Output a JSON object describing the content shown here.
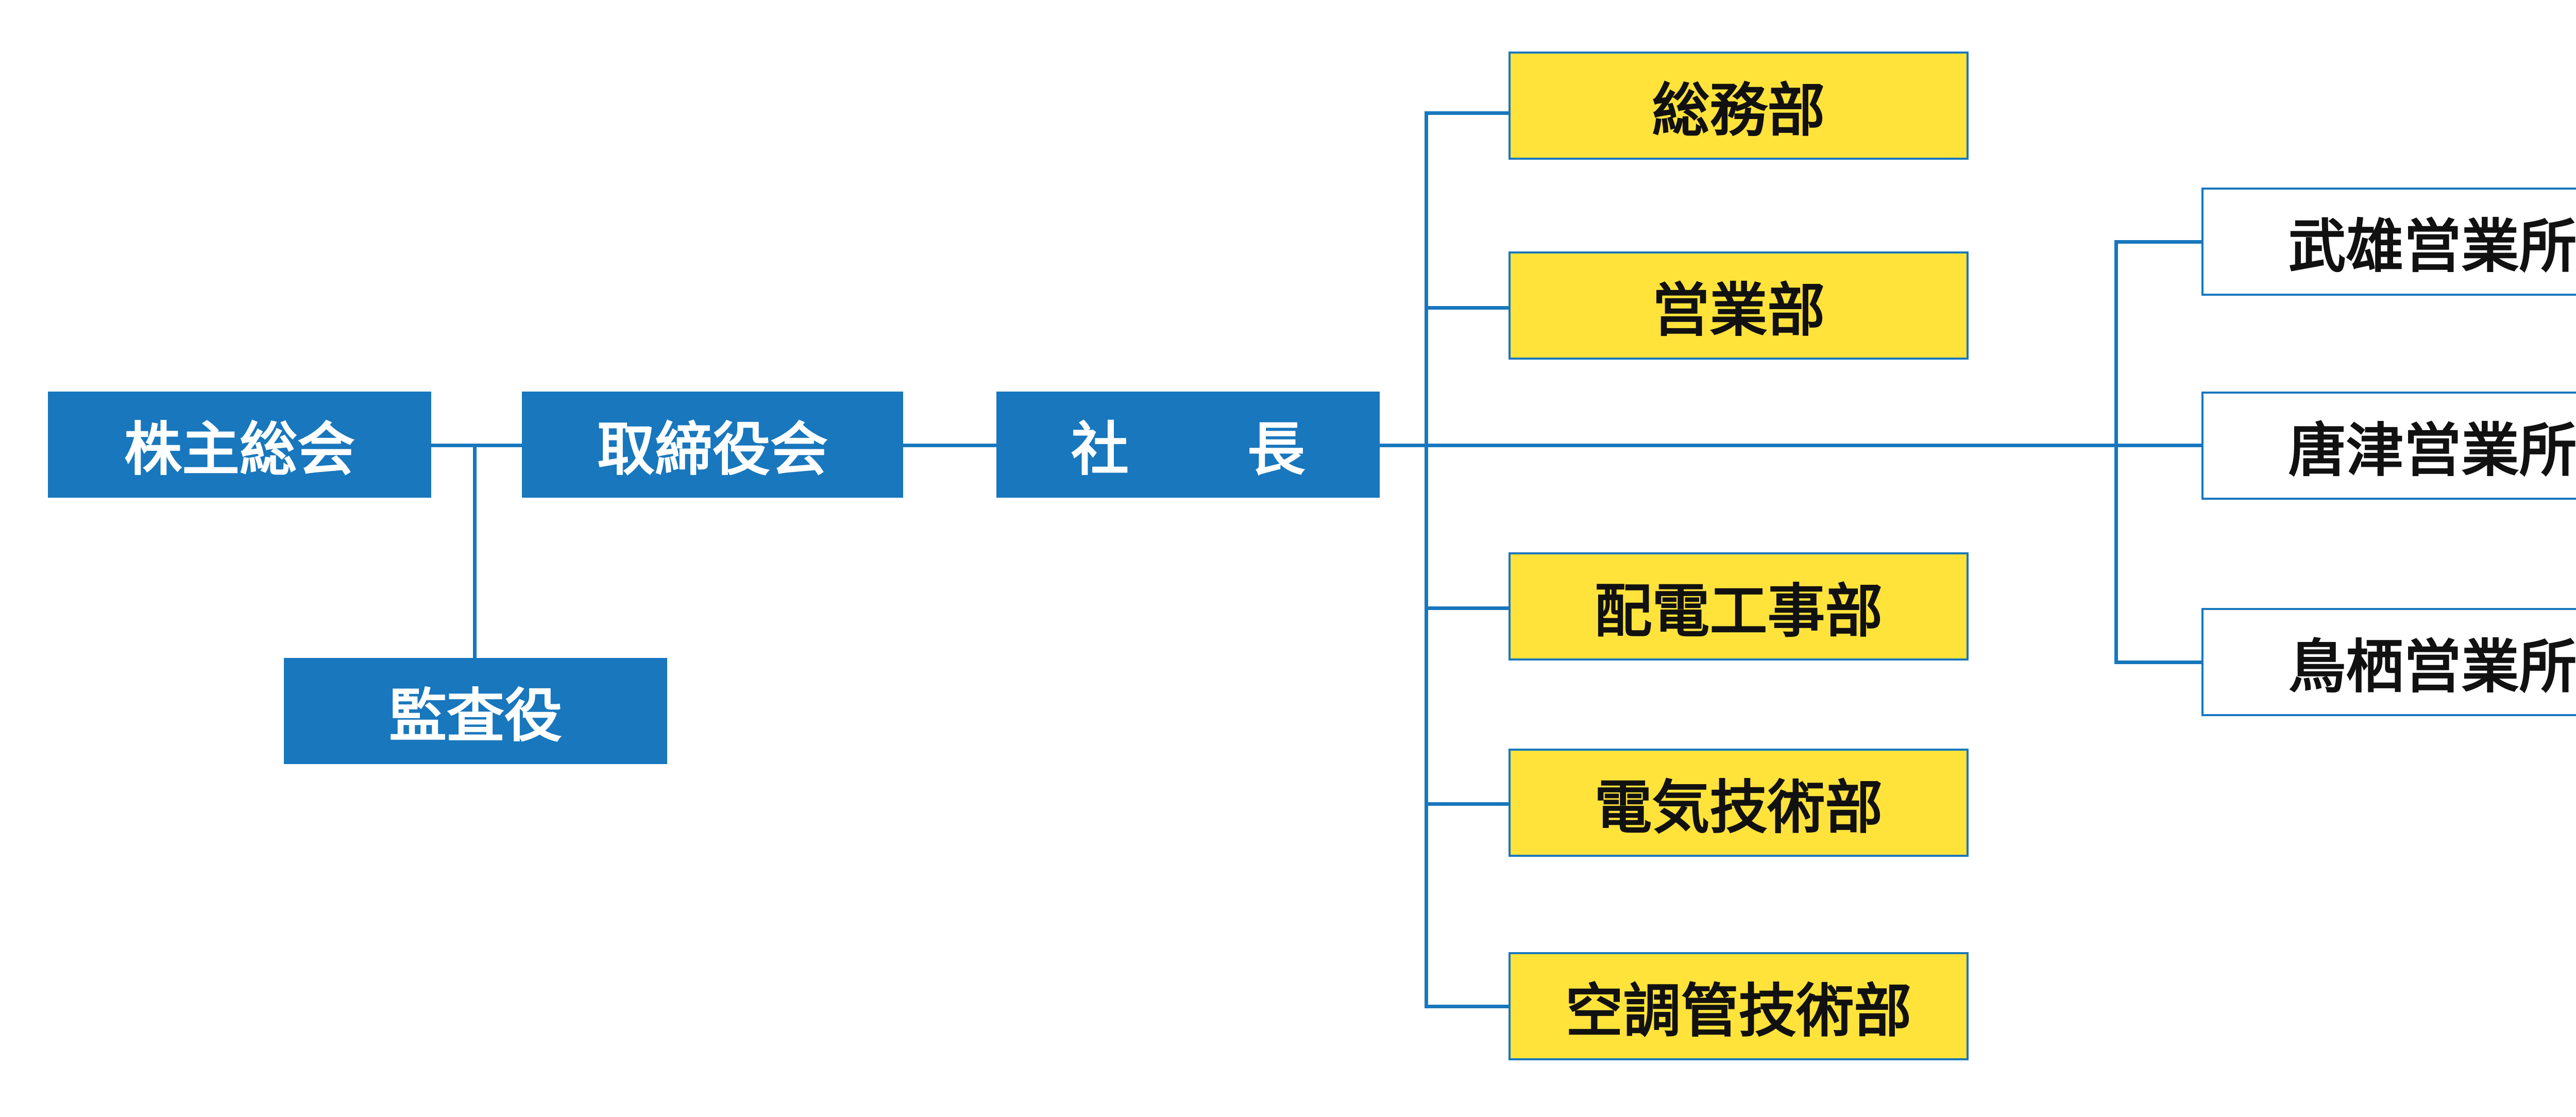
{
  "colors": {
    "line": "#1877bd",
    "box_blue": "#1877bd",
    "box_yellow": "#ffe33b",
    "box_white": "#ffffff"
  },
  "governance": {
    "shareholders": "株主総会",
    "board": "取締役会",
    "auditor": "監査役",
    "president_1": "社",
    "president_2": "長"
  },
  "departments": [
    "総務部",
    "営業部",
    "配電工事部",
    "電気技術部",
    "空調管技術部"
  ],
  "offices": [
    "武雄営業所",
    "唐津営業所",
    "鳥栖営業所"
  ]
}
